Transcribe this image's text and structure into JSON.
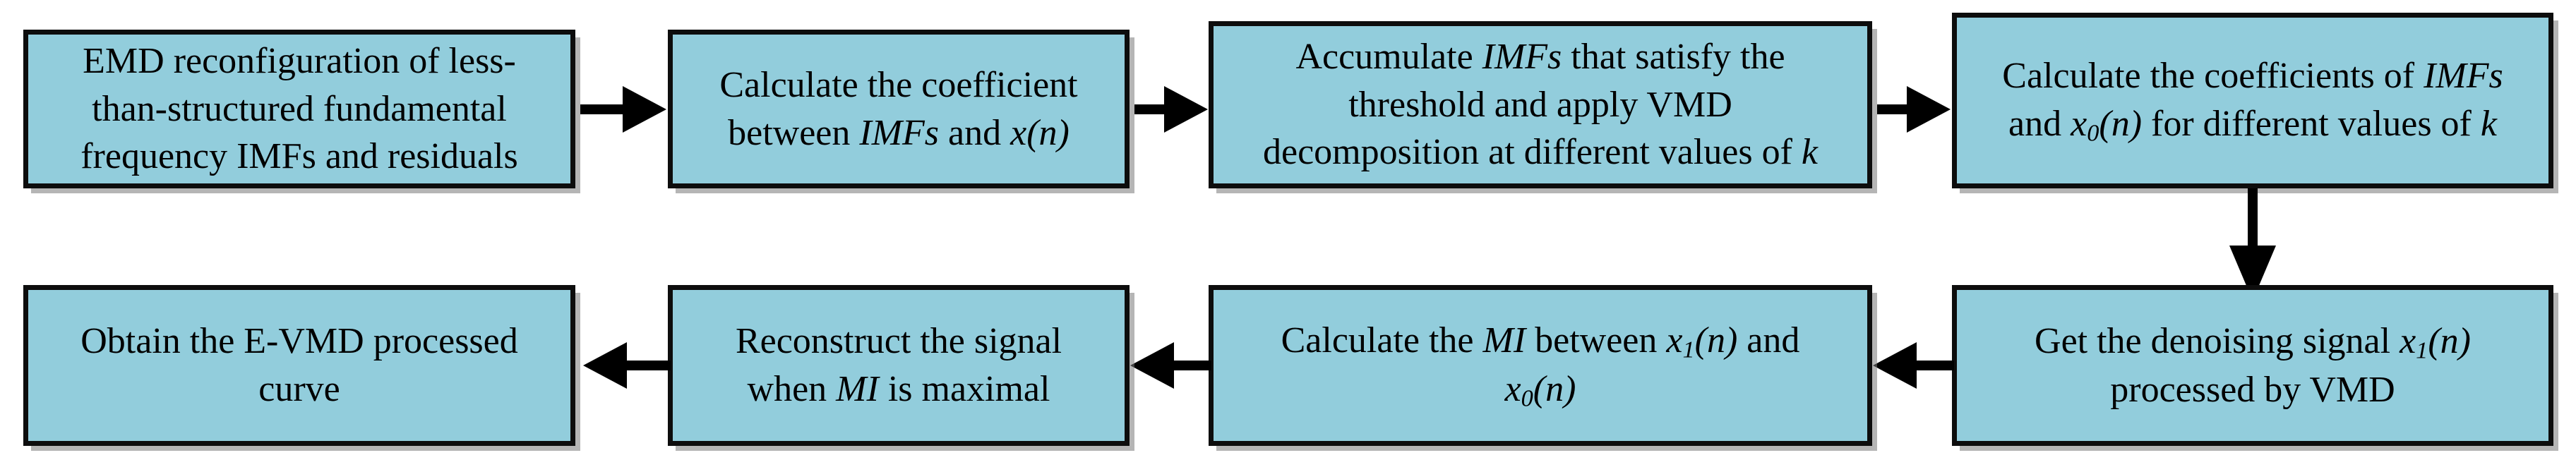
{
  "diagram": {
    "type": "flowchart",
    "title": "E-VMD signal denoising process flowchart",
    "orientation": "two-row serpentine (left-to-right on top, right-to-left on bottom)",
    "style": {
      "node_fill": "#92CDDC",
      "node_border": "#000000",
      "arrow_color": "#000000",
      "text_color": "#000000",
      "background": "#FFFFFF"
    },
    "nodes": [
      {
        "id": "n1",
        "text": "EMD reconfiguration of less-than-structured fundamental frequency IMFs and residuals",
        "line1": "EMD reconfiguration of less-",
        "line2": "than-structured fundamental",
        "line3": "frequency IMFs and residuals"
      },
      {
        "id": "n2",
        "text": "Calculate the coefficient between IMFs and x(n)",
        "line1": "Calculate the coefficient",
        "line2_pre": "between ",
        "line2_it1": "IMFs",
        "line2_mid": " and ",
        "line2_it2": "x(n)"
      },
      {
        "id": "n3",
        "text": "Accumulate IMFs that satisfy the threshold and apply VMD decomposition at different values of k",
        "line1_pre": "Accumulate ",
        "line1_it": "IMFs",
        "line1_post": " that satisfy the",
        "line2": "threshold and apply VMD",
        "line3_pre": "decomposition at different values of ",
        "line3_it": "k"
      },
      {
        "id": "n4",
        "text": "Calculate the coefficients of IMFs and x0(n) for different values of k",
        "line1_pre": "Calculate the coefficients of ",
        "line1_it": "IMFs",
        "line2_pre": "and ",
        "line2_var": "x",
        "line2_sub": "0",
        "line2_paren": "(n)",
        "line2_mid": " for different values of ",
        "line2_it2": "k"
      },
      {
        "id": "n5",
        "text": "Get the denoising signal x1(n) processed by VMD",
        "line1_pre": "Get the denoising signal ",
        "line1_var": "x",
        "line1_sub": "1",
        "line1_paren": "(n)",
        "line2": "processed by VMD"
      },
      {
        "id": "n6",
        "text": "Calculate the MI between x1(n) and x0(n)",
        "line1_pre": "Calculate the ",
        "line1_it": "MI",
        "line1_mid": " between ",
        "line1_var": "x",
        "line1_sub": "1",
        "line1_paren": "(n)",
        "line1_post": " and",
        "line2_var": "x",
        "line2_sub": "0",
        "line2_paren": "(n)"
      },
      {
        "id": "n7",
        "text": "Reconstruct the signal when MI is maximal",
        "line1": "Reconstruct the signal",
        "line2_pre": "when ",
        "line2_it": "MI",
        "line2_post": " is maximal"
      },
      {
        "id": "n8",
        "text": "Obtain the E-VMD processed curve",
        "line1": "Obtain the E-VMD processed",
        "line2": "curve"
      }
    ],
    "edges": [
      {
        "id": "e1",
        "from": "n1",
        "to": "n2",
        "direction": "right"
      },
      {
        "id": "e2",
        "from": "n2",
        "to": "n3",
        "direction": "right"
      },
      {
        "id": "e3",
        "from": "n3",
        "to": "n4",
        "direction": "right"
      },
      {
        "id": "e4",
        "from": "n4",
        "to": "n5",
        "direction": "down"
      },
      {
        "id": "e5",
        "from": "n5",
        "to": "n6",
        "direction": "left"
      },
      {
        "id": "e6",
        "from": "n6",
        "to": "n7",
        "direction": "left"
      },
      {
        "id": "e7",
        "from": "n7",
        "to": "n8",
        "direction": "left"
      }
    ]
  }
}
